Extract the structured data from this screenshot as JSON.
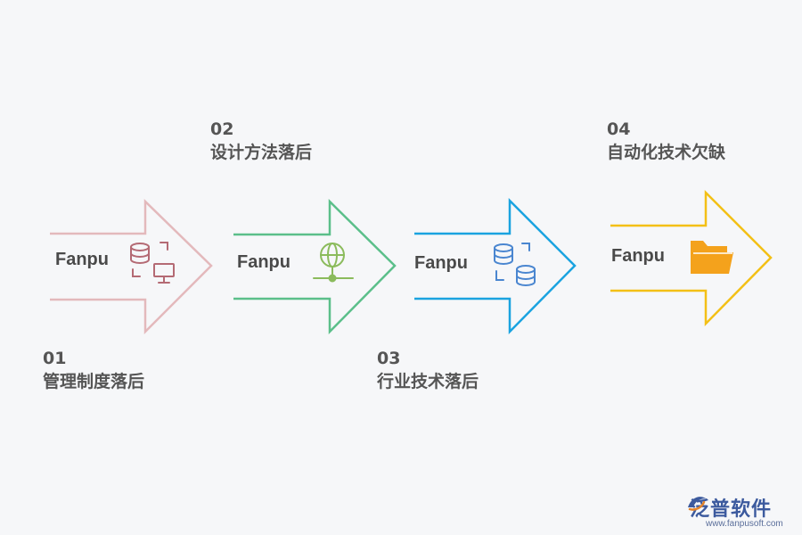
{
  "steps": [
    {
      "number": "01",
      "title": "管理制度落后",
      "label": "Fanpu",
      "color": "#e3b9bc",
      "icon": "database-computer-icon",
      "icon_color": "#b46a74"
    },
    {
      "number": "02",
      "title": "设计方法落后",
      "label": "Fanpu",
      "color": "#5bbf8a",
      "icon": "globe-network-icon",
      "icon_color": "#8bbb5c"
    },
    {
      "number": "03",
      "title": "行业技术落后",
      "label": "Fanpu",
      "color": "#1aa3e0",
      "icon": "database-sync-icon",
      "icon_color": "#4a86d0"
    },
    {
      "number": "04",
      "title": "自动化技术欠缺",
      "label": "Fanpu",
      "color": "#f3c016",
      "icon": "folder-icon",
      "icon_color": "#f4a21c"
    }
  ],
  "logo": {
    "brand": "泛普软件",
    "url": "www.fanpusoft.com"
  }
}
